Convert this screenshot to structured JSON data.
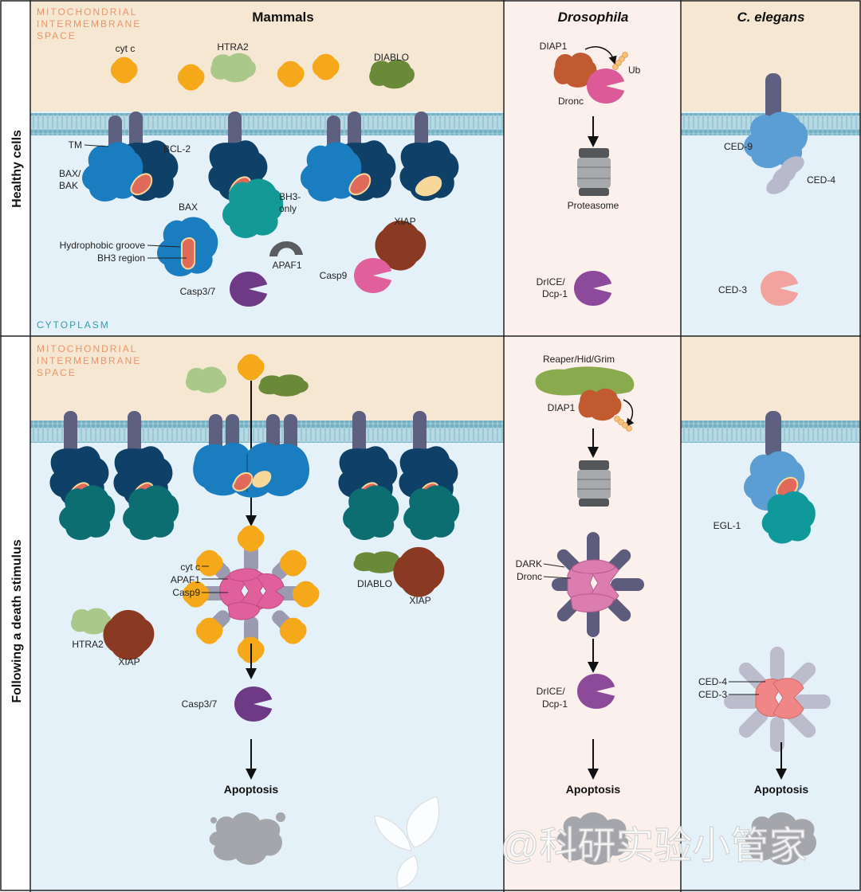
{
  "columns": {
    "mammals": "Mammals",
    "drosophila": "Drosophila",
    "celegans": "C. elegans"
  },
  "rows": {
    "healthy": "Healthy cells",
    "death": "Following a death stimulus"
  },
  "compartments": {
    "ims": [
      "MITOCHONDRIAL",
      "INTERMEMBRANE",
      "SPACE"
    ],
    "cytoplasm": "CYTOPLASM"
  },
  "healthy": {
    "mammals": {
      "cytc": "cyt c",
      "htra2": "HTRA2",
      "diablo": "DIABLO",
      "tm": "TM",
      "bcl2": "BCL-2",
      "baxbak": [
        "BAX/",
        "BAK"
      ],
      "bh3only": [
        "BH3-",
        "only"
      ],
      "bax": "BAX",
      "groove": "Hydrophobic groove",
      "bh3region": "BH3 region",
      "casp37": "Casp3/7",
      "apaf1": "APAF1",
      "xiap": "XIAP",
      "casp9": "Casp9"
    },
    "drosophila": {
      "diap1": "DIAP1",
      "ub": "Ub",
      "dronc": "Dronc",
      "proteasome": "Proteasome",
      "drice": [
        "DrICE/",
        "Dcp-1"
      ]
    },
    "celegans": {
      "ced9": "CED-9",
      "ced4": "CED-4",
      "ced3": "CED-3"
    }
  },
  "death": {
    "mammals": {
      "cytc": "cyt c",
      "apaf1": "APAF1",
      "casp9": "Casp9",
      "diablo": "DIABLO",
      "xiap1": "XIAP",
      "htra2": "HTRA2",
      "xiap2": "XIAP",
      "casp37": "Casp3/7",
      "apoptosis": "Apoptosis"
    },
    "drosophila": {
      "rhg": "Reaper/Hid/Grim",
      "diap1": "DIAP1",
      "dark": "DARK",
      "dronc": "Dronc",
      "drice": [
        "DrICE/",
        "Dcp-1"
      ],
      "apoptosis": "Apoptosis"
    },
    "celegans": {
      "egl1": "EGL-1",
      "ced4": "CED-4",
      "ced3": "CED-3",
      "apoptosis": "Apoptosis"
    }
  },
  "watermark": "@科研实验小管家",
  "colors": {
    "ims_bg": "#f6e7d3",
    "cyto_bg": "#e5f1f8",
    "fly_bg": "#fbf0ec",
    "ims_text": "#e8956a",
    "cyto_text": "#3a9aa6",
    "cytc": "#f5a91a",
    "htra2": "#a9c889",
    "diablo": "#6a8a3a",
    "bcl2": "#0f4068",
    "bax": "#1a7dbf",
    "bh3": "#e06a5a",
    "bh3only": "#139a96",
    "casp37": "#6e3a86",
    "apaf1": "#5a5c60",
    "xiap": "#8a3a22",
    "casp9": "#e0609c",
    "diap1": "#c15a2f",
    "dronc": "#db5a97",
    "drice": "#8e4a9a",
    "ced9": "#5a9ed4",
    "ced4": "#b9b9cc",
    "ced3": "#f2a3a0",
    "ced3b": "#f08686",
    "egl1": "#10999a",
    "tm": "#5e6080"
  }
}
